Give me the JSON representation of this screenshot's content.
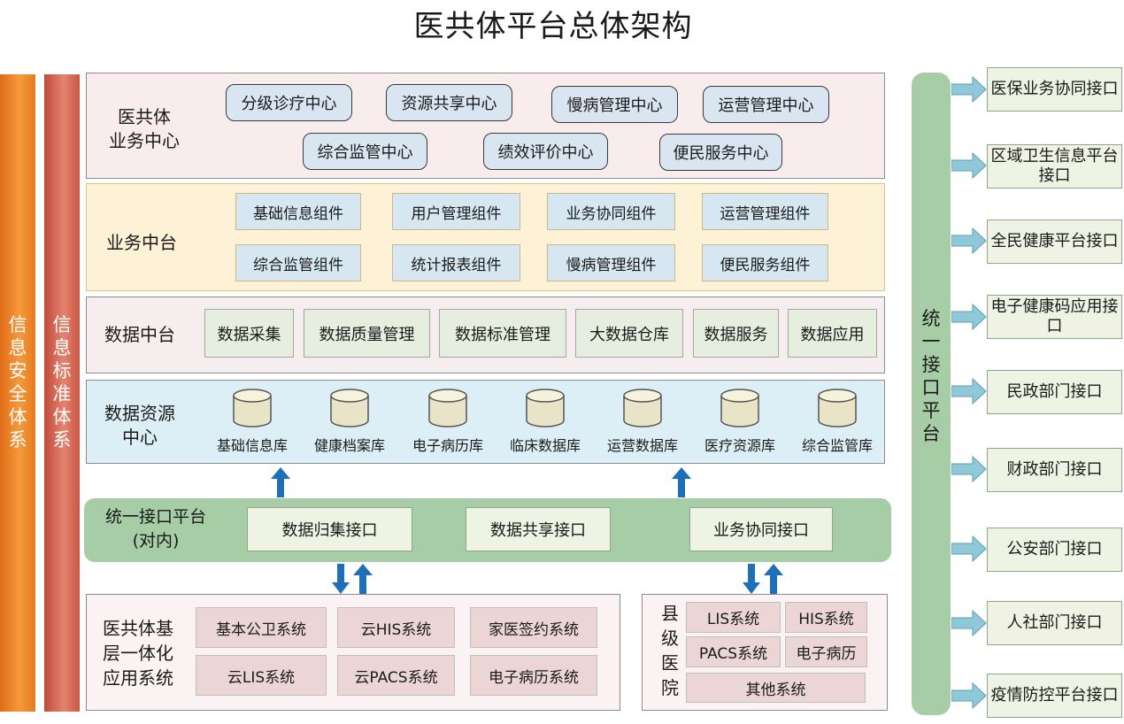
{
  "title": "医共体平台总体架构",
  "left_bars": {
    "security": "信息安全体系",
    "standard": "信息标准体系"
  },
  "business_center": {
    "label_line1": "医共体",
    "label_line2": "业务中心",
    "items": [
      "分级诊疗中心",
      "资源共享中心",
      "慢病管理中心",
      "运营管理中心",
      "综合监管中心",
      "绩效评价中心",
      "便民服务中心"
    ]
  },
  "business_middle": {
    "label": "业务中台",
    "items": [
      "基础信息组件",
      "用户管理组件",
      "业务协同组件",
      "运营管理组件",
      "综合监管组件",
      "统计报表组件",
      "慢病管理组件",
      "便民服务组件"
    ]
  },
  "data_middle": {
    "label": "数据中台",
    "items": [
      "数据采集",
      "数据质量管理",
      "数据标准管理",
      "大数据仓库",
      "数据服务",
      "数据应用"
    ]
  },
  "data_resource": {
    "label_line1": "数据资源",
    "label_line2": "中心",
    "databases": [
      "基础信息库",
      "健康档案库",
      "电子病历库",
      "临床数据库",
      "运营数据库",
      "医疗资源库",
      "综合监管库"
    ]
  },
  "internal_interface": {
    "label_line1": "统一接口平台",
    "label_line2": "(对内)",
    "items": [
      "数据归集接口",
      "数据共享接口",
      "业务协同接口"
    ]
  },
  "base_system": {
    "label_line1": "医共体基",
    "label_line2": "层一体化",
    "label_line3": "应用系统",
    "items": [
      "基本公卫系统",
      "云HIS系统",
      "家医签约系统",
      "云LIS系统",
      "云PACS系统",
      "电子病历系统"
    ]
  },
  "county_hospital": {
    "label": "县级医院",
    "items": [
      "LIS系统",
      "HIS系统",
      "PACS系统",
      "电子病历",
      "其他系统"
    ]
  },
  "external_interface": {
    "label": "统一接口平台",
    "items": [
      "医保业务协同接口",
      "区域卫生信息平台接口",
      "全民健康平台接口",
      "电子健康码应用接口",
      "民政部门接口",
      "财政部门接口",
      "公安部门接口",
      "人社部门接口",
      "疫情防控平台接口"
    ]
  },
  "colors": {
    "security_bar": "#f08a2c",
    "standard_bar": "#d4614f",
    "interface_band": "#a6cda6",
    "arrow_blue": "#1f6fb8",
    "right_arrow": "#8fc8d8"
  }
}
